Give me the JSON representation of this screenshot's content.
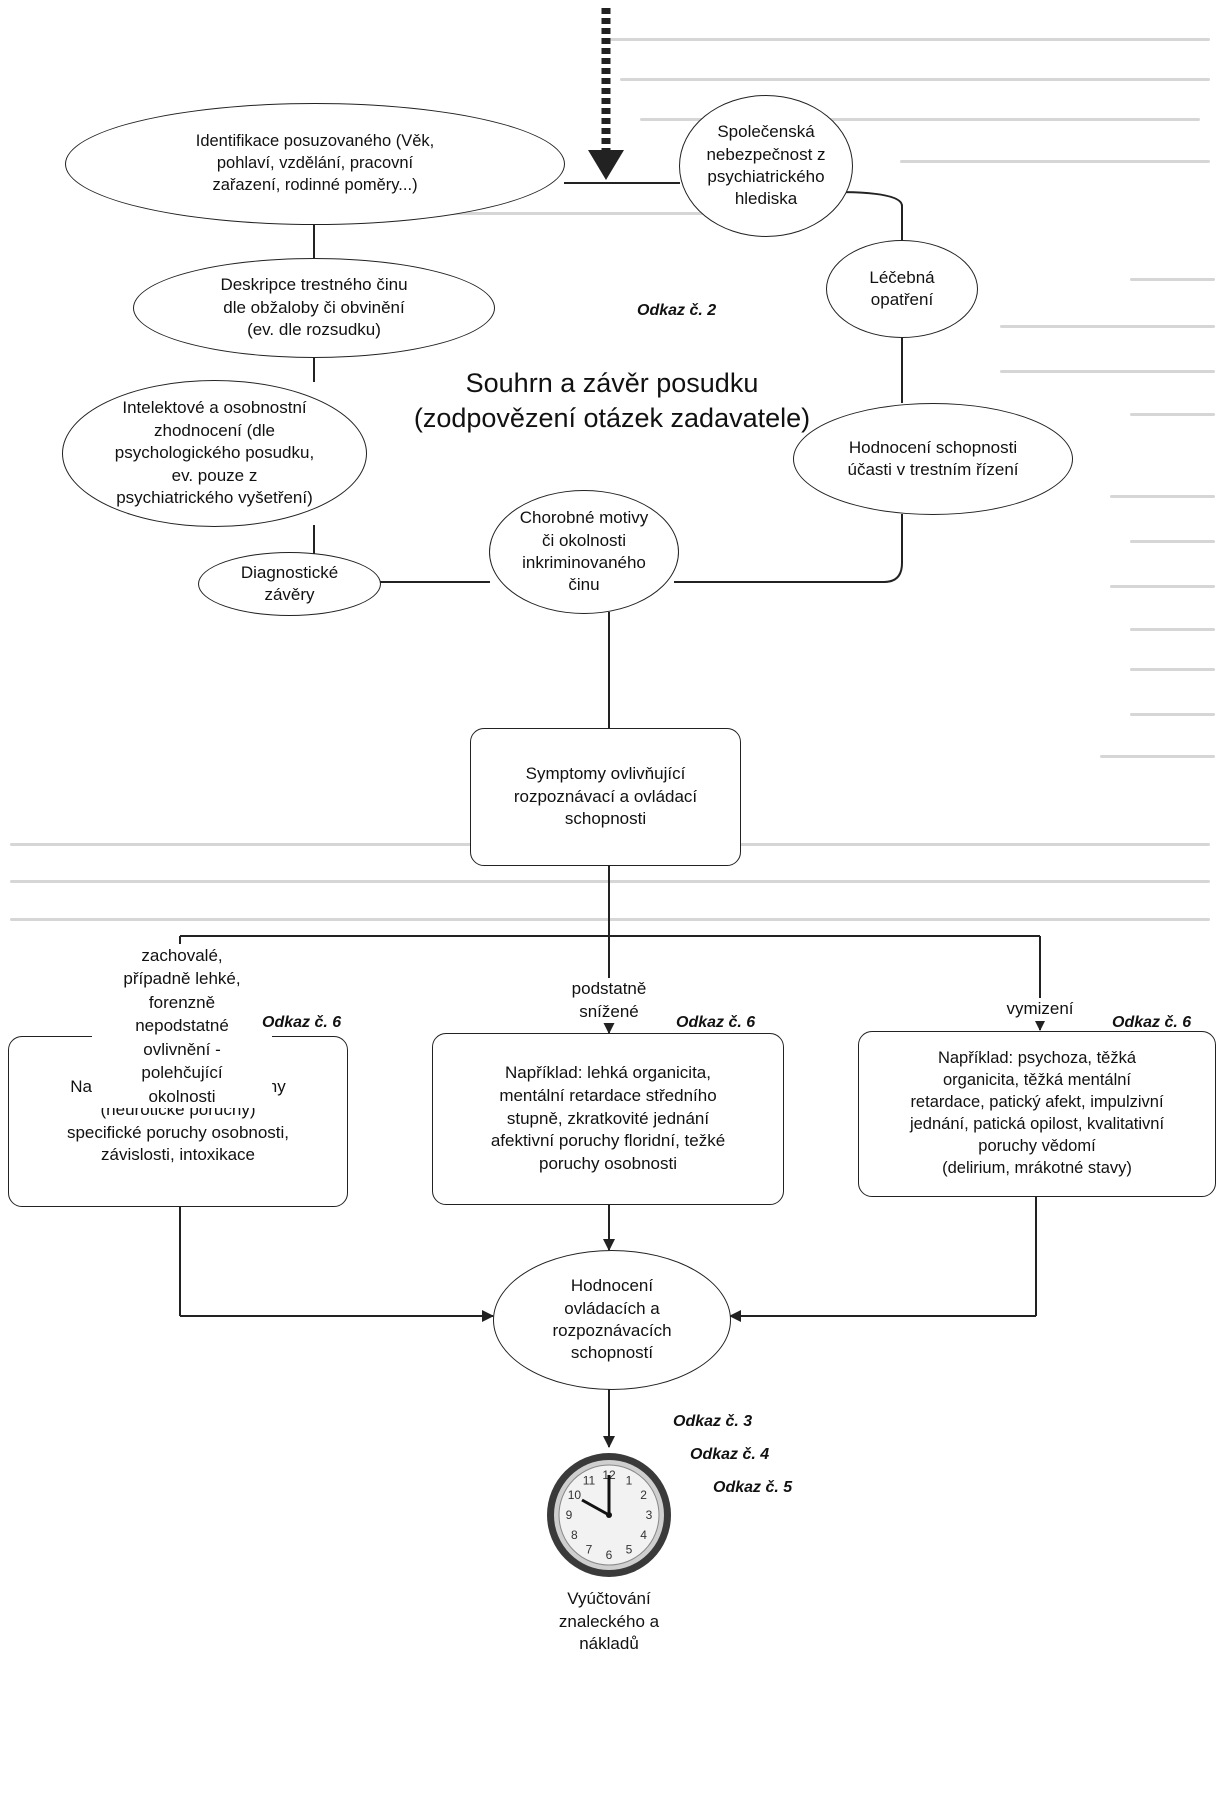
{
  "colors": {
    "line": "#222222",
    "ghost_text": "#d6d6d6",
    "clock_face": "#f2f2f2"
  },
  "icons": {
    "clock": "clock-icon"
  },
  "title": "Souhrn a závěr posudku\n(zodpovězení otázek zadavatele)",
  "nodes": {
    "identification": "Identifikace posuzovaného (Věk,\npohlaví, vzdělání, pracovní\nzařazení, rodinné poměry...)",
    "social_danger": "Společenská\nnebezpečnost z\npsychiatrického\nhlediska",
    "crime_description": "Deskripce trestného činu\ndle obžaloby či obvinění\n(ev. dle rozsudku)",
    "treatment": "Léčebná\nopatření",
    "personality": "Intelektové a osobnostní\nzhodnocení (dle\npsychologického posudku,\nev. pouze z\npsychiatrického vyšetření)",
    "trial_ability": "Hodnocení schopnosti\núčasti v trestním řízení",
    "motives": "Chorobné motivy\nči okolnosti\ninkriminovaného\nčinu",
    "diagnostics": "Diagnostické\nzávěry",
    "symptoms": "Symptomy ovlivňující\nrozpoznávací a ovládací\nschopnosti",
    "example_left": "Například: úzkostné poruchy\n(neurotické poruchy)\nspecifické poruchy osobnosti,\nzávislosti, intoxikace",
    "example_mid": "Například: lehká organicita,\nmentální retardace středního\nstupně, zkratkovité jednání\nafektivní poruchy floridní, težké\nporuchy osobnosti",
    "example_right": "Například: psychoza, těžká\norganicita, těžká mentální\nretardace, patický afekt, impulzivní\njednání, patická opilost, kvalitativní\nporuchy vědomí\n(delirium, mrákotné stavy)",
    "evaluation": "Hodnocení\novládacích a\nrozpoznávacích\nschopností",
    "billing": "Vyúčtování\nznaleckého a\nnákladů"
  },
  "branch_labels": {
    "left": "zachovalé,\npřípadně lehké,\nforenzně\nnepodstatné\novlivnění -\npolehčující\nokolnosti",
    "mid": "podstatně\nsnížené",
    "right": "vymizení"
  },
  "refs": {
    "ref2": "Odkaz č. 2",
    "ref6_left": "Odkaz č. 6",
    "ref6_mid": "Odkaz č. 6",
    "ref6_right": "Odkaz č. 6",
    "ref3": "Odkaz č. 3",
    "ref4": "Odkaz č. 4",
    "ref5": "Odkaz č. 5"
  },
  "clock_numbers": [
    "12",
    "1",
    "2",
    "3",
    "4",
    "5",
    "6",
    "7",
    "8",
    "9",
    "10",
    "11"
  ]
}
